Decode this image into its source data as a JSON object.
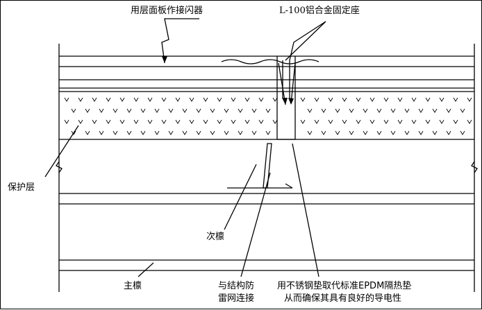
{
  "diagram": {
    "labels": {
      "flashing": "用层面板作接闪器",
      "bracket": "L-100铝合金固定座",
      "protective_layer": "保护层",
      "secondary_purlin": "次檩",
      "main_purlin": "主檩",
      "lightning_net_line1": "与结构防",
      "lightning_net_line2": "雷网连接",
      "gasket_line1": "用不锈钢垫取代标准EPDM隔热垫",
      "gasket_line2": "从而确保其具有良好的导电性"
    },
    "colors": {
      "ink": "#000000",
      "background": "#ffffff"
    }
  }
}
